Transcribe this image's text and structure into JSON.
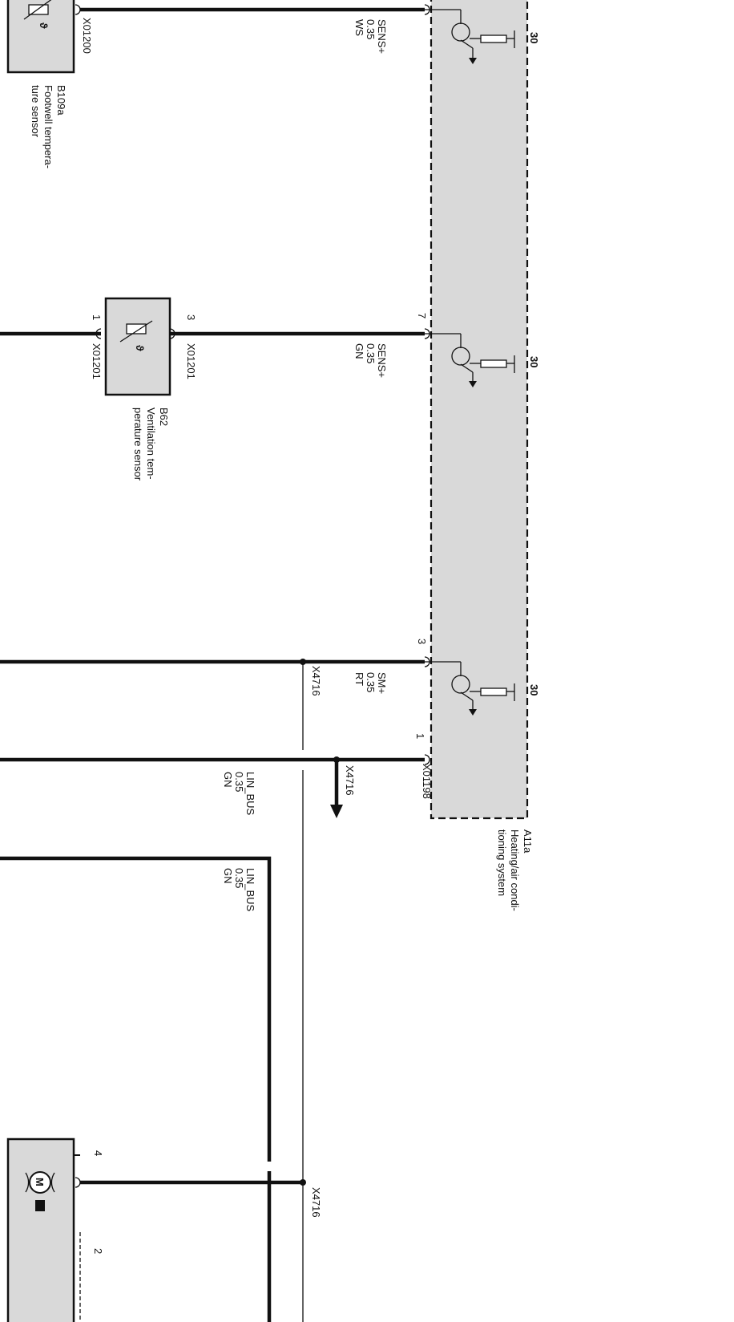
{
  "colors": {
    "wire": "#111111",
    "component_fill": "#d9d9d9",
    "background": "#ffffff"
  },
  "components": {
    "b109a": {
      "id": "B109a",
      "name": "Footwell tempera-\nture sensor",
      "connector": "X01200"
    },
    "b62": {
      "id": "B62",
      "name": "Ventilation tem-\nperature sensor",
      "connector_top": "X01201",
      "connector_bottom": "X01201",
      "pin_top": "3",
      "pin_bottom": "1"
    },
    "a11a": {
      "id": "A11a",
      "name": "Heating/air condi-\ntioning system",
      "connector": "X01198"
    },
    "motor": {
      "pin_a": "4",
      "pin_b": "2",
      "icon": "actuator-motor-icon"
    }
  },
  "wires": {
    "w1": {
      "signal": "SENS+",
      "gauge": "0.35",
      "color": "WS"
    },
    "w2": {
      "signal": "SENS+",
      "gauge": "0.35",
      "color": "GN",
      "pin": "7"
    },
    "w3": {
      "signal": "SM+",
      "gauge": "0.35",
      "color": "RT",
      "pin": "3",
      "splice": "X4716"
    },
    "w4": {
      "signal": "LIN_BUS",
      "gauge": "0.35",
      "color": "GN",
      "pin": "1",
      "splice": "X4716"
    },
    "w5": {
      "signal": "LIN_BUS",
      "gauge": "0.35",
      "color": "GN"
    },
    "w6": {
      "splice": "X4716"
    }
  },
  "ground_label": "30"
}
